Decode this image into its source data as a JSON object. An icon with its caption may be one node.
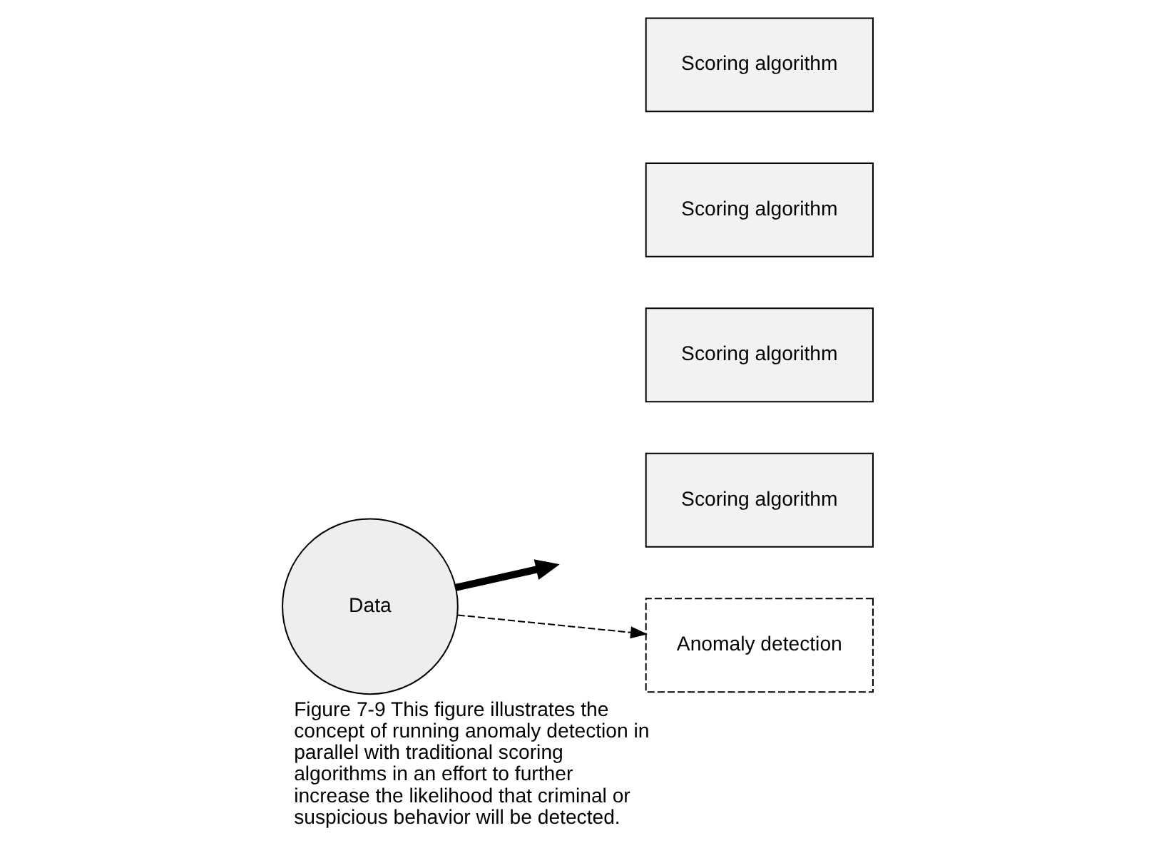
{
  "diagram": {
    "caption": "Figure 7-9 This figure illustrates the concept of running anomaly detection in parallel with traditional scoring algorithms in an effort to further increase the likelihood that criminal or suspicious behavior will be detected.",
    "nodes": [
      {
        "text": [
          "Data"
        ]
      },
      {
        "text": [
          "Scoring algorithm"
        ]
      },
      {
        "text": [
          "Scoring algorithm"
        ]
      },
      {
        "text": [
          "Scoring algorithm"
        ]
      },
      {
        "text": [
          "Scoring algorithm"
        ]
      },
      {
        "text": [
          "Anomaly detection"
        ]
      }
    ],
    "edges": [
      {
        "from": 0,
        "to": null,
        "arrow": "to",
        "style": "thick"
      },
      {
        "from": 0,
        "to": 5,
        "arrow": "to",
        "style": "dashed"
      }
    ]
  }
}
